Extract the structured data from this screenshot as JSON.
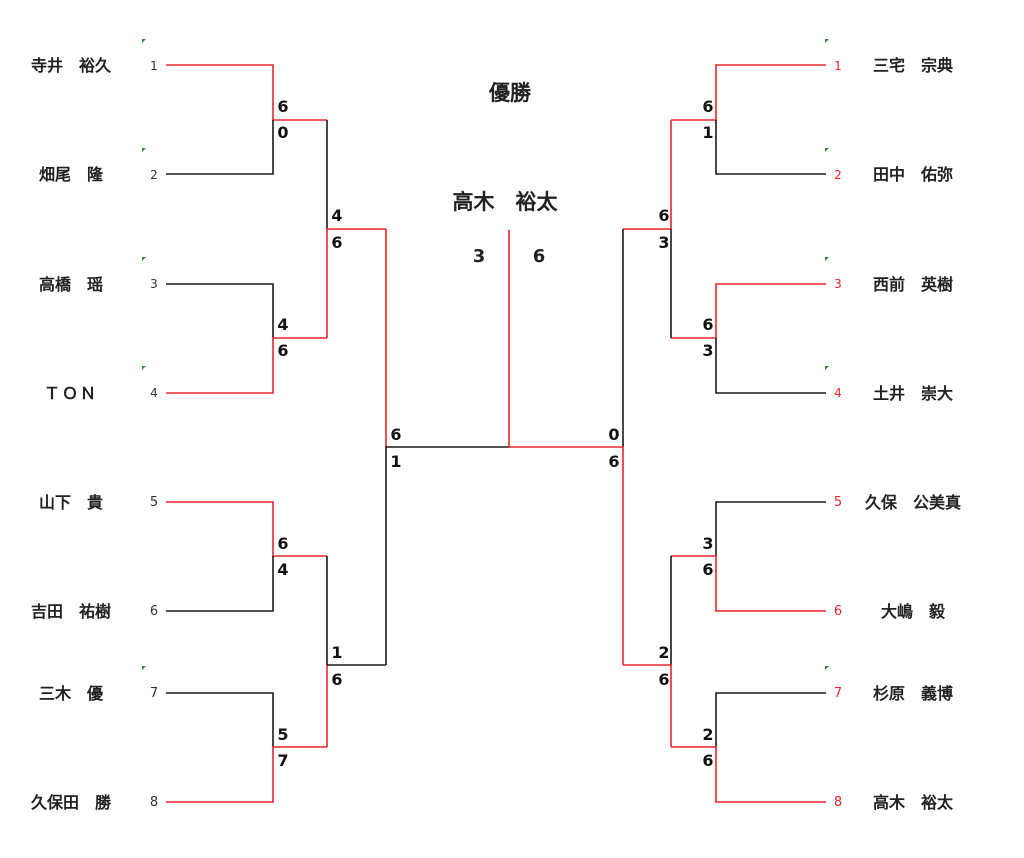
{
  "title": "優勝",
  "champion": "高木　裕太",
  "final_scores": [
    "3",
    "6"
  ],
  "colors": {
    "win": "#e8262b",
    "lose": "#1a1a1a",
    "marker": "#2e8b2e"
  },
  "left": {
    "players": [
      {
        "seed": "1",
        "name": "寺井　裕久"
      },
      {
        "seed": "2",
        "name": "畑尾　隆"
      },
      {
        "seed": "3",
        "name": "高橋　瑶"
      },
      {
        "seed": "4",
        "name": "ＴＯＮ"
      },
      {
        "seed": "5",
        "name": "山下　貴"
      },
      {
        "seed": "6",
        "name": "吉田　祐樹"
      },
      {
        "seed": "7",
        "name": "三木　優"
      },
      {
        "seed": "8",
        "name": "久保田　勝"
      }
    ],
    "r1": [
      [
        "6",
        "0"
      ],
      [
        "4",
        "6"
      ],
      [
        "6",
        "4"
      ],
      [
        "5",
        "7"
      ]
    ],
    "r2": [
      [
        "4",
        "6"
      ],
      [
        "1",
        "6"
      ]
    ],
    "r3": [
      "6",
      "1"
    ]
  },
  "right": {
    "players": [
      {
        "seed": "1",
        "name": "三宅　宗典"
      },
      {
        "seed": "2",
        "name": "田中　佑弥"
      },
      {
        "seed": "3",
        "name": "西前　英樹"
      },
      {
        "seed": "4",
        "name": "土井　崇大"
      },
      {
        "seed": "5",
        "name": "久保　公美真"
      },
      {
        "seed": "6",
        "name": "大嶋　毅"
      },
      {
        "seed": "7",
        "name": "杉原　義博"
      },
      {
        "seed": "8",
        "name": "高木　裕太"
      }
    ],
    "r1": [
      [
        "6",
        "1"
      ],
      [
        "6",
        "3"
      ],
      [
        "3",
        "6"
      ],
      [
        "2",
        "6"
      ]
    ],
    "r2": [
      [
        "6",
        "3"
      ],
      [
        "2",
        "6"
      ]
    ],
    "r3": [
      "0",
      "6"
    ]
  }
}
